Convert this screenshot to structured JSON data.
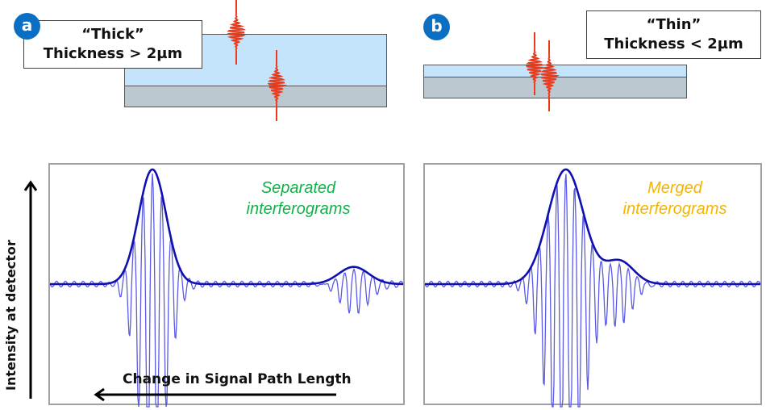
{
  "panel_a": {
    "badge": "a",
    "title_line1": "“Thick”",
    "title_line2": "Thickness > 2µm",
    "annotation_line1": "Separated",
    "annotation_line2": "interferograms",
    "annotation_color": "#11b04a"
  },
  "panel_b": {
    "badge": "b",
    "title_line1": "“Thin”",
    "title_line2": "Thickness < 2µm",
    "annotation_line1": "Merged",
    "annotation_line2": "interferograms",
    "annotation_color": "#f5b400"
  },
  "axes": {
    "ylabel": "Intensity at detector",
    "xlabel": "Change in Signal Path Length"
  },
  "colors": {
    "badge": "#0a6fc2",
    "film": "#c3e4fb",
    "substrate": "#bcc8d0",
    "wave_packet": "#ee3a1a",
    "envelope": "#1010b0",
    "fringes": "#5a5ae6"
  },
  "chart_data": [
    {
      "type": "line",
      "title": "Separated interferograms",
      "xlabel": "Change in Signal Path Length",
      "ylabel": "Intensity at detector",
      "series": [
        {
          "name": "envelope",
          "peaks": [
            {
              "center": 0.29,
              "amplitude": 1.0
            },
            {
              "center": 0.86,
              "amplitude": 0.15
            }
          ]
        },
        {
          "name": "interferogram",
          "peaks": [
            {
              "center": 0.29,
              "amplitude": 1.0
            },
            {
              "center": 0.86,
              "amplitude": 0.15
            }
          ]
        }
      ]
    },
    {
      "type": "line",
      "title": "Merged interferograms",
      "xlabel": "Change in Signal Path Length",
      "ylabel": "Intensity at detector",
      "series": [
        {
          "name": "envelope",
          "peaks": [
            {
              "center": 0.42,
              "amplitude": 1.0
            },
            {
              "center": 0.58,
              "amplitude": 0.2
            }
          ]
        },
        {
          "name": "interferogram",
          "peaks": [
            {
              "center": 0.42,
              "amplitude": 1.0
            },
            {
              "center": 0.58,
              "amplitude": 0.2
            }
          ]
        }
      ]
    }
  ]
}
